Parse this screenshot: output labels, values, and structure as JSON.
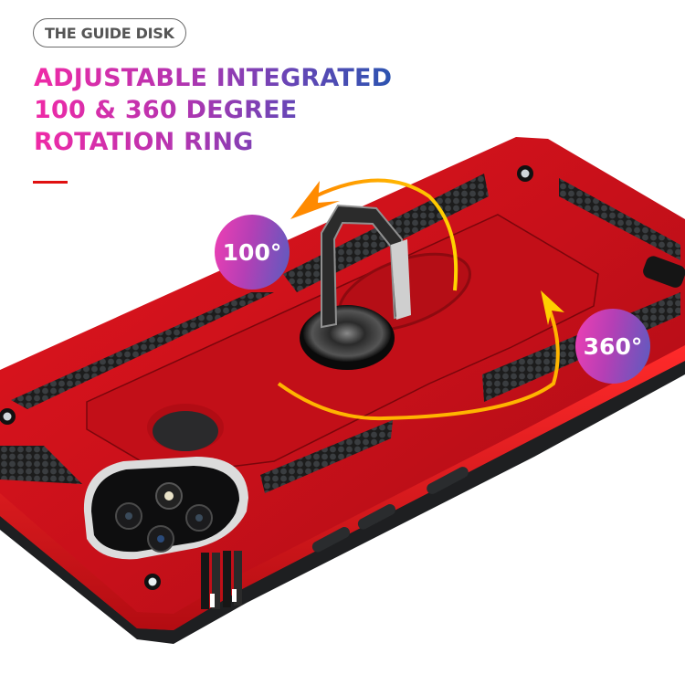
{
  "badge": {
    "label": "THE GUIDE DISK"
  },
  "headline": {
    "lines": [
      "ADJUSTABLE INTEGRATED",
      "100 & 360 DEGREE",
      "ROTATION RING"
    ],
    "gradient": [
      "#f02aa6",
      "#6b45b6",
      "#2a54b0"
    ]
  },
  "accent_underline_color": "#e01010",
  "rotation_labels": {
    "left": "100°",
    "right": "360°"
  },
  "product": {
    "case_color": "#d4141c",
    "ring_color": "#2b2b2b",
    "arrow_colors": [
      "#ffd000",
      "#ff8a00"
    ],
    "features": [
      "ring-holder-icon",
      "camera-module",
      "corner-screws",
      "side-buttons",
      "hex-grip-panels"
    ]
  }
}
